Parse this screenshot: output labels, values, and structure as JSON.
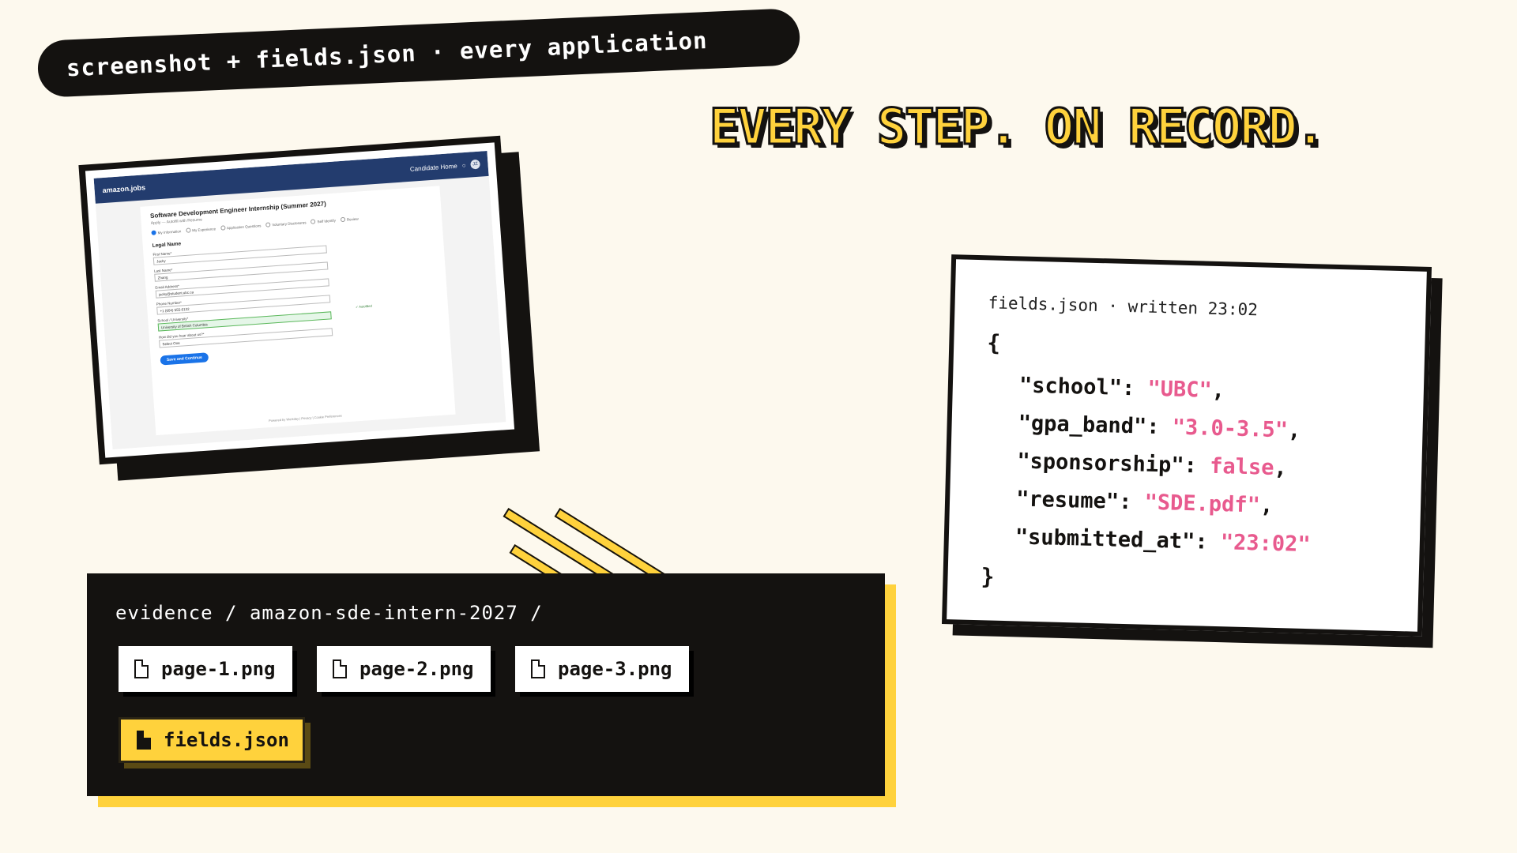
{
  "pill": {
    "text": "screenshot + fields.json · every application"
  },
  "headline": "EVERY STEP. ON RECORD.",
  "screenshot": {
    "brand": "amazon.jobs",
    "nav_link": "Candidate Home",
    "avatar_initials": "JZ",
    "job_title": "Software Development Engineer Internship (Summer 2027)",
    "subtitle": "Apply — Autofill with Resume",
    "steps": [
      "My Information",
      "My Experience",
      "Application Questions",
      "Voluntary Disclosures",
      "Self Identify",
      "Review"
    ],
    "section_heading": "Legal Name",
    "fields": [
      {
        "label": "First Name*",
        "value": "Jacky"
      },
      {
        "label": "Last Name*",
        "value": "Zhang"
      },
      {
        "label": "Email Address*",
        "value": "jacky@student.ubc.ca"
      },
      {
        "label": "Phone Number*",
        "value": "+1 (604) 555-0132"
      },
      {
        "label": "School / University*",
        "value": "University of British Columbia",
        "verified": "✓ Autofilled"
      },
      {
        "label": "How did you hear about us?*",
        "value": "Select One"
      }
    ],
    "save_button": "Save and Continue",
    "footer": "Powered by Workday | Privacy | Cookie Preferences"
  },
  "evidence": {
    "path": "evidence / amazon-sde-intern-2027 /",
    "files": [
      "page-1.png",
      "page-2.png",
      "page-3.png",
      "fields.json"
    ]
  },
  "json_card": {
    "header": "fields.json · written 23:02",
    "open_brace": "{",
    "close_brace": "}",
    "entries": [
      {
        "key": "\"school\": ",
        "value": "\"UBC\"",
        "suffix": ","
      },
      {
        "key": "\"gpa_band\": ",
        "value": "\"3.0-3.5\"",
        "suffix": ","
      },
      {
        "key": "\"sponsorship\": ",
        "value": "false",
        "suffix": ","
      },
      {
        "key": "\"resume\": ",
        "value": "\"SDE.pdf\"",
        "suffix": ","
      },
      {
        "key": "\"submitted_at\": ",
        "value": "\"23:02\"",
        "suffix": ""
      }
    ]
  },
  "colors": {
    "background": "#fdf9ee",
    "ink": "#141210",
    "accent": "#ffd23c",
    "json_value": "#e85a8e"
  }
}
